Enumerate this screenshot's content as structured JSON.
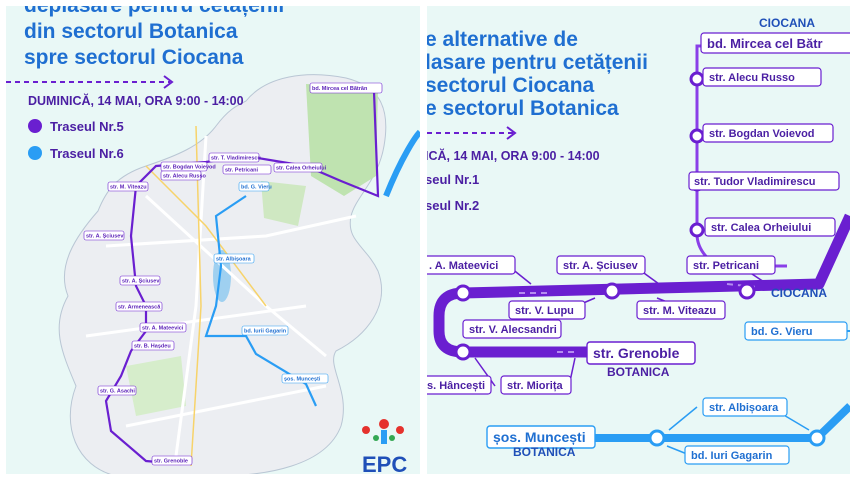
{
  "left_panel": {
    "title_line1": "deplasare pentru cetățenii",
    "title_line2": "din sectorul Botanica",
    "title_line3": "spre sectorul Ciocana",
    "date": "DUMINICĂ, 14 MAI, ORA 9:00 - 14:00",
    "legend": [
      {
        "label": "Traseul Nr.5",
        "color": "#6a1fd0"
      },
      {
        "label": "Traseul Nr.6",
        "color": "#2a9df4"
      }
    ],
    "map_labels": {
      "mircea": "bd. Mircea cel Bătrân",
      "vladimirescu": "str. T. Vladimirescu",
      "voievod": "str. Bogdan Voievod",
      "russo": "str. Alecu Russo",
      "orheiului": "str. Calea Orheiului",
      "petricani": "str. Petricani",
      "viteazu": "str. M. Viteazu",
      "vieru": "bd. G. Vieru",
      "sciusev1": "str. A. Șciusev",
      "sciusev2": "str. A. Șciusev",
      "albisoara": "str. Albișoara",
      "armeneasca": "str. Armenească",
      "mateevici": "str. A. Mateevici",
      "gagarin": "bd. Iurii Gagarin",
      "hasdeu": "str. B. Hașdeu",
      "muncesti": "șos. Muncești",
      "asachi": "str. G. Asachi",
      "grenoble": "str. Grenoble"
    },
    "logo_text": "EPC"
  },
  "right_panel": {
    "title_line1": "e alternative de",
    "title_line2": "lasare pentru cetățenii",
    "title_line3": "sectorul Ciocana",
    "title_line4": "e sectorul Botanica",
    "date": "ICĂ, 14 MAI, ORA 9:00 - 14:00",
    "legend": [
      {
        "label": "seul Nr.1",
        "color": "#6a1fd0"
      },
      {
        "label": "seul Nr.2",
        "color": "#2a9df4"
      }
    ],
    "ciocana_top": "CIOCANA",
    "ciocana_bottom": "CIOCANA",
    "botanica1": "BOTANICA",
    "botanica2": "BOTANICA",
    "stops": {
      "mircea": "bd. Mircea cel Bătr",
      "russo": "str. Alecu Russo",
      "voievod": "str. Bogdan Voievod",
      "vladimirescu": "str. Tudor Vladimirescu",
      "orheiului": "str. Calea Orheiului",
      "petricani": "str. Petricani",
      "viteazu": "str. M. Viteazu",
      "sciusev": "str. A. Șciusev",
      "lupu": "str. V. Lupu",
      "mateevici": ". A. Mateevici",
      "alecsandri": "str. V. Alecsandri",
      "grenoble": "str. Grenoble",
      "hancesti": "s. Hâncești",
      "miorita": "str. Miorița",
      "vieru": "bd. G. Vieru",
      "albisoara": "str. Albișoara",
      "muncesti": "șos. Muncești",
      "gagarin": "bd. Iuri Gagarin"
    }
  }
}
